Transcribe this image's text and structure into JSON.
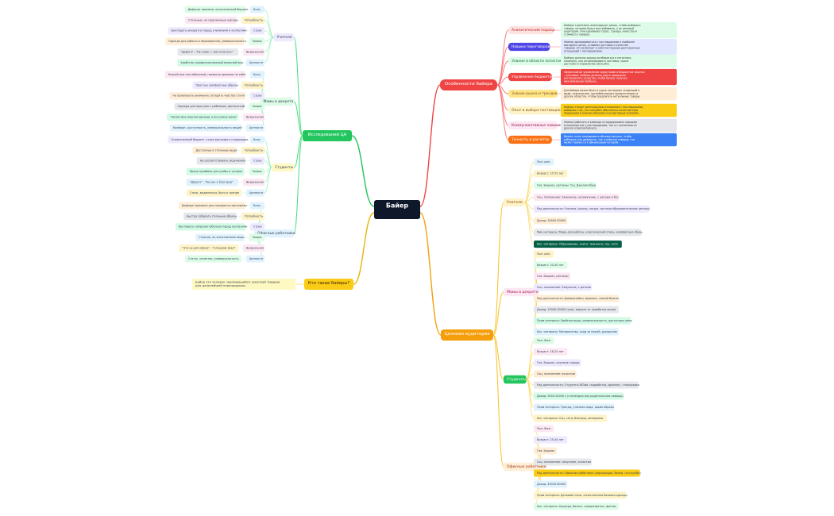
{
  "root": {
    "label": "Байер"
  },
  "colors": {
    "root_bg": "#0f172a",
    "branch_features": "#ef4444",
    "branch_audience": "#f59e0b",
    "branch_research": "#22c55e",
    "branch_who": "#eab308",
    "sub_research": "#a78bfa",
    "sub_research_mid": "#34d399"
  },
  "features": {
    "label": "Особенности байера",
    "items": [
      {
        "label": "Аналитический подход",
        "desc": "Байеры тщательно анализируют рынок, чтобы выбирать товары, которые будут востребованы, у их целевой аудитории. Они оценивают спрос, тренды, качество и стоимость товаров."
      },
      {
        "label": "Навыки переговоров",
        "desc": "Умение договариваться с поставщиками о наиболее выгодных ценах, условиях поставок и качестве товаров. Это включает в себя построение долгосрочных отношений с поставщиками."
      },
      {
        "label": "Знание в области логистики",
        "desc": "Байеры должны хорошо разбираться в логистике, понимать, как оптимизировать поставки, сроки доставки и управление запасами."
      },
      {
        "label": "Управление бюджетом",
        "desc": "Эффективное управление средствами и бюджетом закупок - ключевое. Байеры должны уметь правильно распределять средства, чтобы бизнес получал максимальную прибыль."
      },
      {
        "label": "Знание рынка и трендов",
        "desc": "Для байера важно быть в курсе последних тенденций в моде, технологиях, потребительских предпочтениях и других областях, чтобы предлагать актуальные товары."
      },
      {
        "label": "Опыт в выборе поставщиков",
        "desc": "Байеры следят долгосрочные отношения с поставщиками, выбирают тех, кто способен обеспечить качественную продукцию в нужных объемах и на выгодных условиях."
      },
      {
        "label": "Коммуникативные навыки",
        "desc": "Умение работать в команде и поддерживать хорошие отношения как с поставщиками, так и с коллегами из других отделов бизнеса."
      },
      {
        "label": "Точность в расчётах",
        "desc": "Важно точно планировать объемы закупок, чтобы избежать как дефицита, так и избытка товаров, что может привести к финансовым потерям."
      }
    ]
  },
  "audience": {
    "label": "Целевая аудитория",
    "groups": [
      {
        "label": "Учителя",
        "items": [
          "Пол: жен.",
          "Возраст: 25-55 лет",
          "Гео: Бишкек, регионы: Ош, Джалал-Абад",
          "Соц. положение: Замужние, незамужние, с детьми и без",
          "Род деятельности: Учителя (школы, лицеи, частные образовательные центры)",
          "Доход: 30000-50000",
          "Мин интересы: Мода для работы, классический стиль, комфортная обувь",
          "Кос. интересы: Образование, книги, тренинги, соц. сети"
        ]
      },
      {
        "label": "Мамы в декрете",
        "items": [
          "Пол: жен.",
          "Возраст: 20-40 лет",
          "Гео: Бишкек, регионы",
          "Соц. положение: Замужние, с детьми",
          "Род деятельности: Домохозяйки, фриланс, малый бизнес",
          "Доход: 15000-30000 (сом), зависит от заработка мужа)",
          "Прям интересы: Удобная мода, универсальность, доступные цены",
          "Кос. интересы: Материнство, уход за кожей, рукоделие"
        ]
      },
      {
        "label": "Студенты",
        "items": [
          "Пол: Жен.",
          "Возраст: 18-25 лет",
          "Гео: Бишкек, крупные города",
          "Соц. положение: холостые",
          "Род деятельности: Студенты ВУЗов, подработка, фриланс, стажировки",
          "Доход: 5000-20000 с (стипендия или родительская помощь)",
          "Прям интересы: Тренды, уличная мода, яркие образы",
          "Кос. интересы: Соц. сети, блогеры, вечеринки"
        ]
      },
      {
        "label": "Офисные работники",
        "items": [
          "Пол: Жен.",
          "Возраст: 25-45 лет",
          "Гео: Бишкек",
          "Соц. положение: замужние, холостые",
          "Род деятельности: Офисные работники (корпорации, банки, госслужба)",
          "Доход: 40000-80000",
          "Прям интересы: Деловой стиль, качественная базовая одежда",
          "Кос. интересы: Карьера, бизнес, саморазвитие, фитнес"
        ]
      }
    ]
  },
  "research": {
    "label": "Исследований ЦА",
    "groups": [
      {
        "label": "Учителя",
        "rows": [
          {
            "value": "Дефицит времени, ограниченный бюджет",
            "tag": "Боль"
          },
          {
            "value": "Стильные, но сдержанные наряды",
            "tag": "Потребность"
          },
          {
            "value": "Выглядеть аккуратно перед учениками и коллегами",
            "tag": "Страх"
          },
          {
            "value": "Одежда для работы и мероприятий, универсальность",
            "tag": "Запрос"
          },
          {
            "value": "\"Дорого\" , \"Не знаю, с чем сочетать\"",
            "tag": "Возражения"
          },
          {
            "value": "Удобство, профессиональный внешний вид",
            "tag": "Ценности"
          }
        ]
      },
      {
        "label": "Мамы в декрете",
        "rows": [
          {
            "value": "Низкий или нестабильный, нехватка времени на себя",
            "tag": "Боль"
          },
          {
            "value": "Простые комфортные образы",
            "tag": "Потребность"
          },
          {
            "value": "Не привлекать внимания, потерять чувство стиля",
            "tag": "Страх"
          },
          {
            "value": "Одежда для прогулок с ребенком, фотосессий",
            "tag": "Запрос"
          },
          {
            "value": "\"Зачем мне модная одежда, я все равно дома\"",
            "tag": "Возражения"
          },
          {
            "value": "Комфорт, доступность, универсальность вещей",
            "tag": "Ценности"
          }
        ]
      },
      {
        "label": "Студенты",
        "rows": [
          {
            "value": "Ограниченный бюджет, страх выглядеть старомодно",
            "tag": "Боль"
          },
          {
            "value": "Доступные и стильные вещи",
            "tag": "Потребность"
          },
          {
            "value": "Не соответствовать окружению",
            "tag": "Страх"
          },
          {
            "value": "Яркие луквбеки для учебы и тусовок",
            "tag": "Запрос"
          },
          {
            "value": "\"Дорого\" , \"Не как у блогеров\"",
            "tag": "Возражения"
          },
          {
            "value": "Стиль, выделиться, быть в тренде",
            "tag": "Ценности"
          }
        ]
      },
      {
        "label": "Офисные работники",
        "rows": [
          {
            "value": "Дефицит времени для походов по магазинам",
            "tag": "Боль"
          },
          {
            "value": "Быстро собирать стильные образы",
            "tag": "Потребность"
          },
          {
            "value": "Выглядеть непрезентабельно перед коллегами",
            "tag": "Страх"
          },
          {
            "value": "Строгие, но женственные вещи",
            "tag": "Запрос"
          },
          {
            "value": "\"Это не для офиса\" , \"Слишком ярко\"",
            "tag": "Возражения"
          },
          {
            "value": "Статус, качество, универсальность",
            "tag": "Ценности"
          }
        ]
      }
    ]
  },
  "who": {
    "label": "Кто такие байеры?",
    "desc": "Байер это человек занимающийся закупкой товаров для дальнейшей перепродажи."
  }
}
